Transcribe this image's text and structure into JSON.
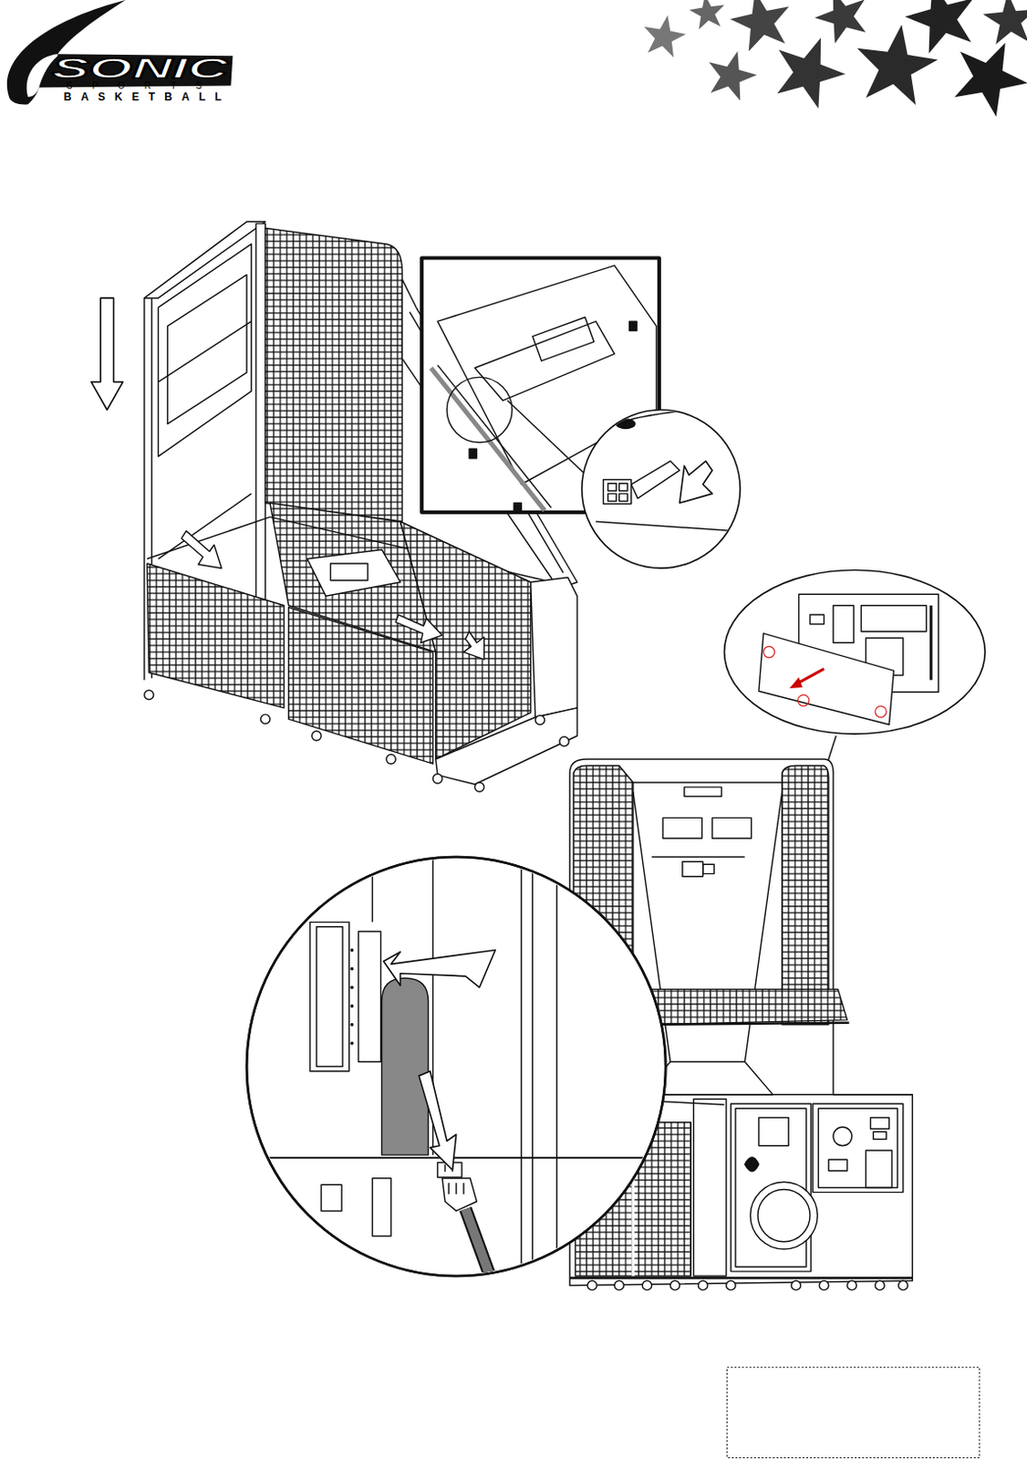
{
  "diagram": {
    "labels": [
      "SONIC",
      "SPORTS",
      "BASKETBALL"
    ]
  }
}
